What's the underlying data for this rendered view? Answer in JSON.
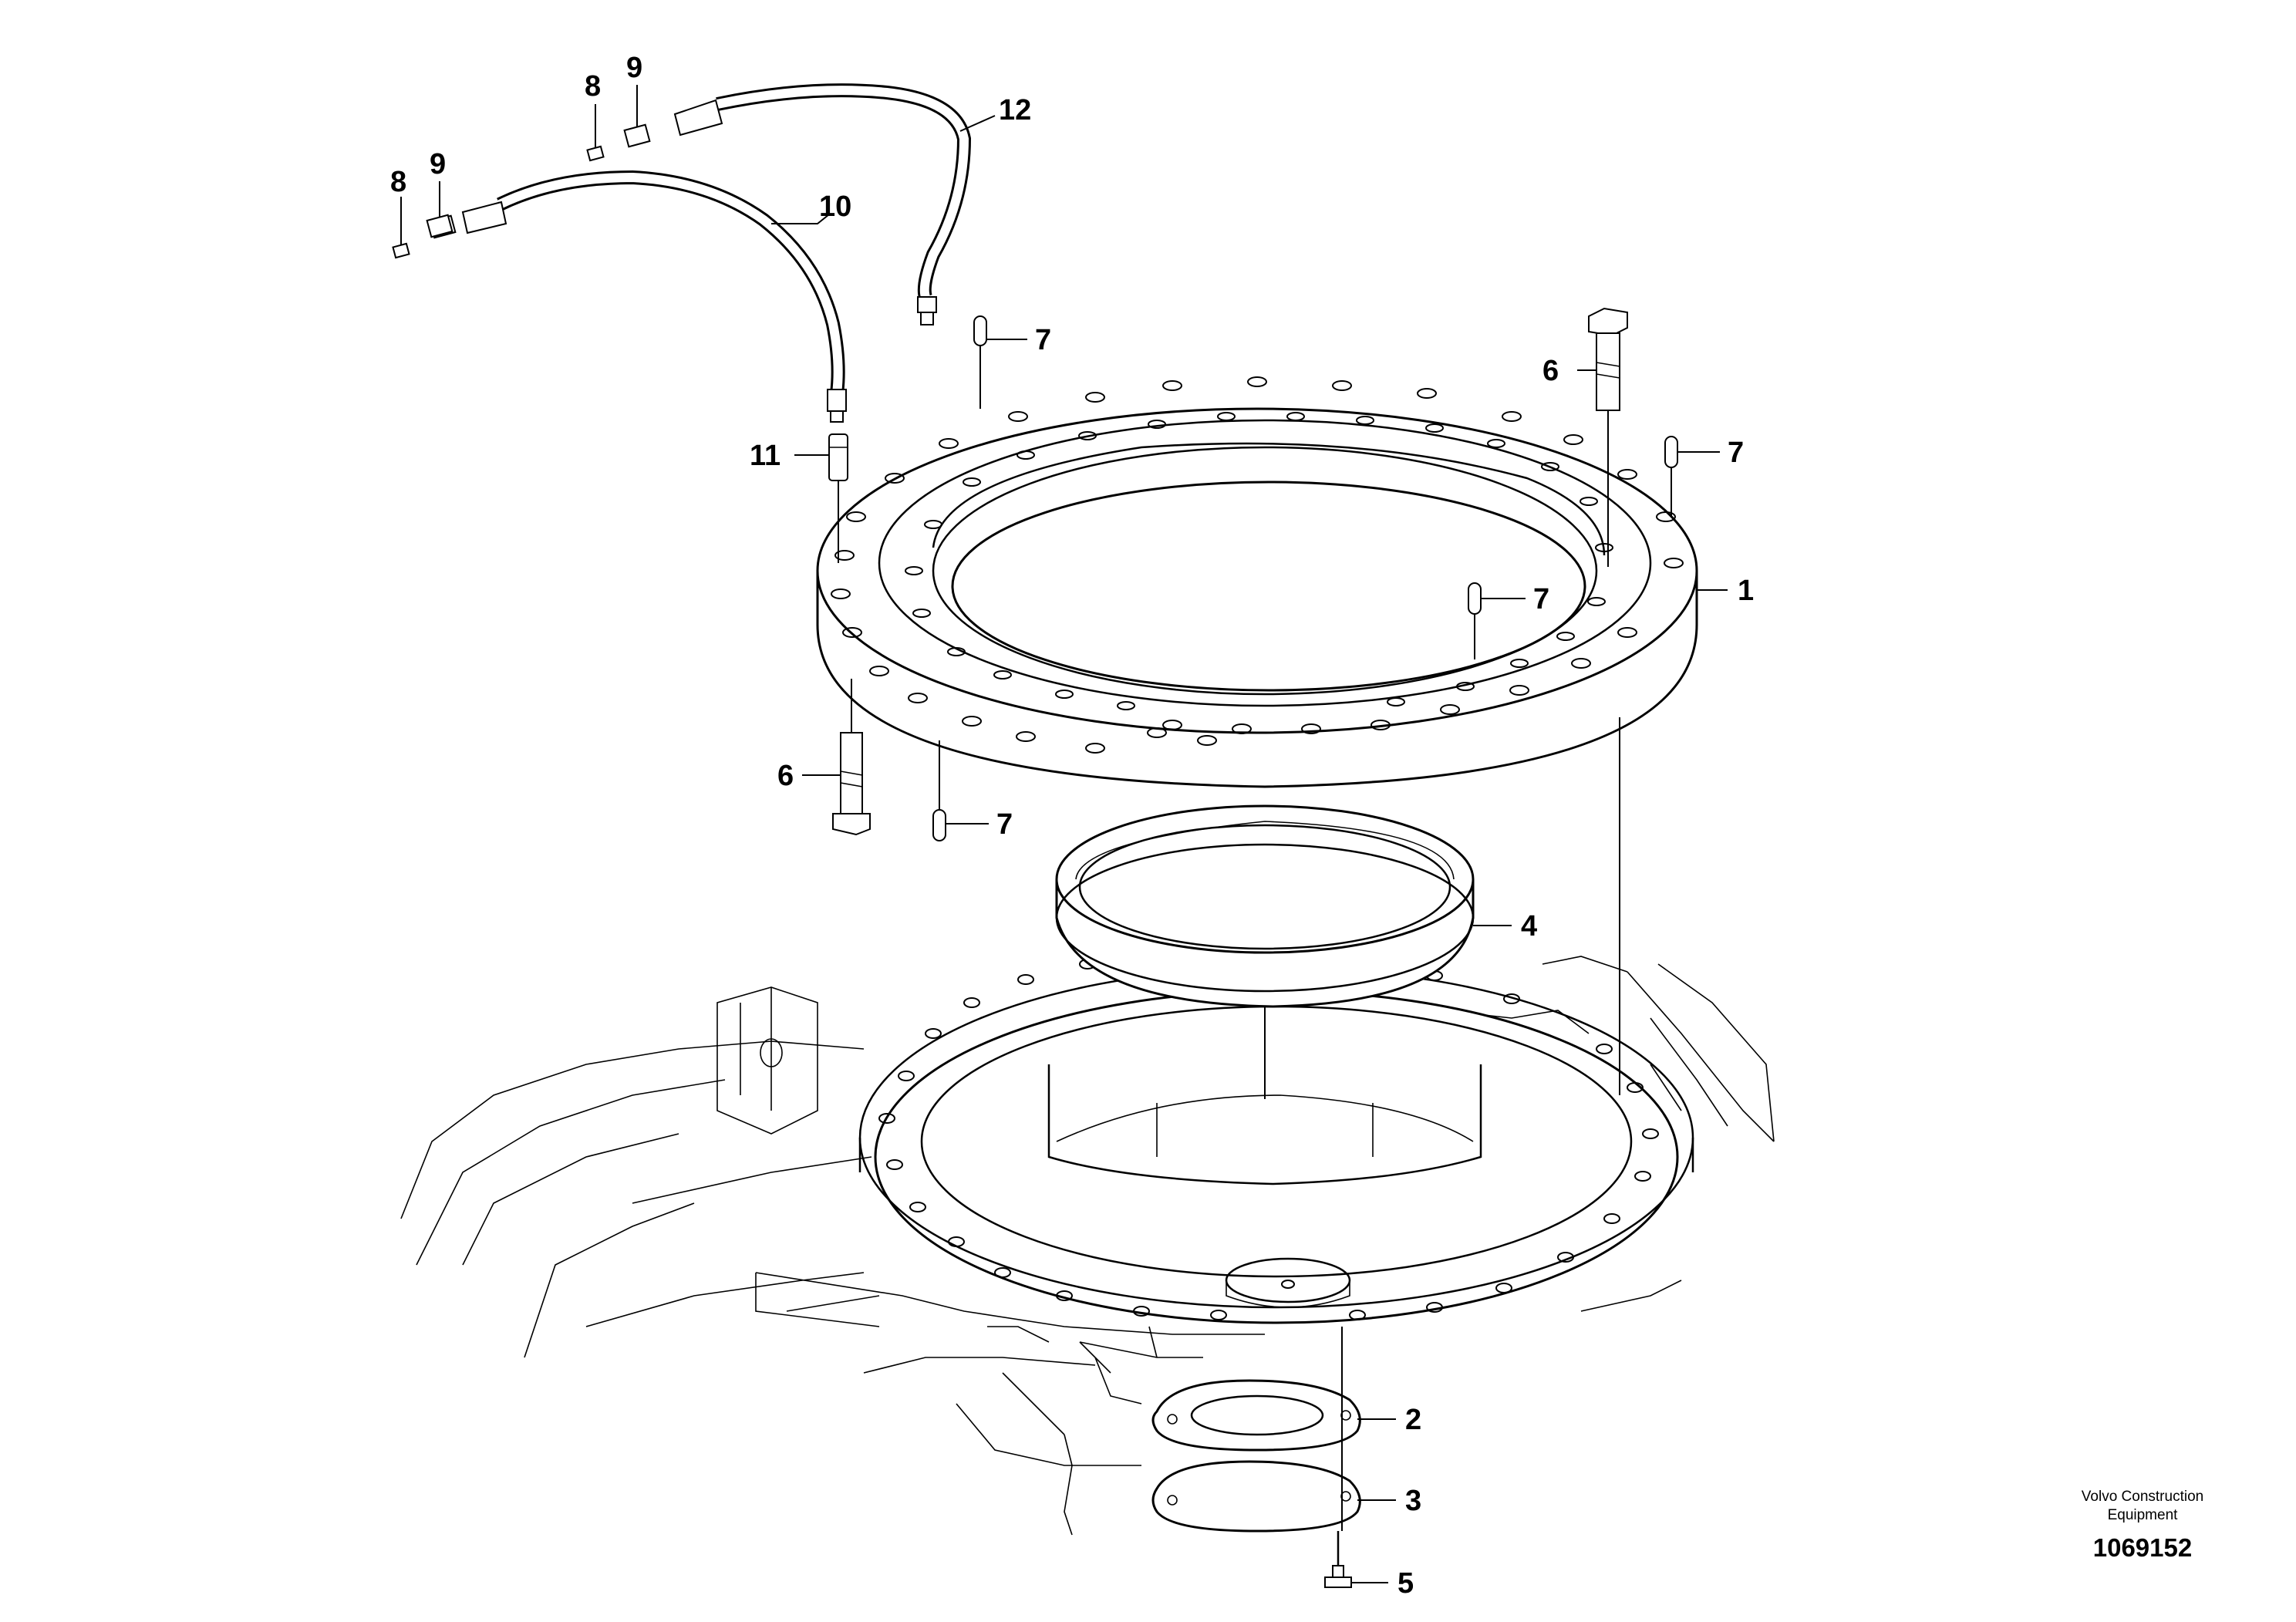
{
  "diagram": {
    "callouts": [
      "1",
      "2",
      "3",
      "4",
      "5",
      "6",
      "6",
      "7",
      "7",
      "7",
      "7",
      "8",
      "8",
      "9",
      "9",
      "10",
      "11",
      "12"
    ],
    "credit": {
      "line1": "Volvo Construction",
      "line2": "Equipment"
    },
    "document_number": "1069152"
  }
}
